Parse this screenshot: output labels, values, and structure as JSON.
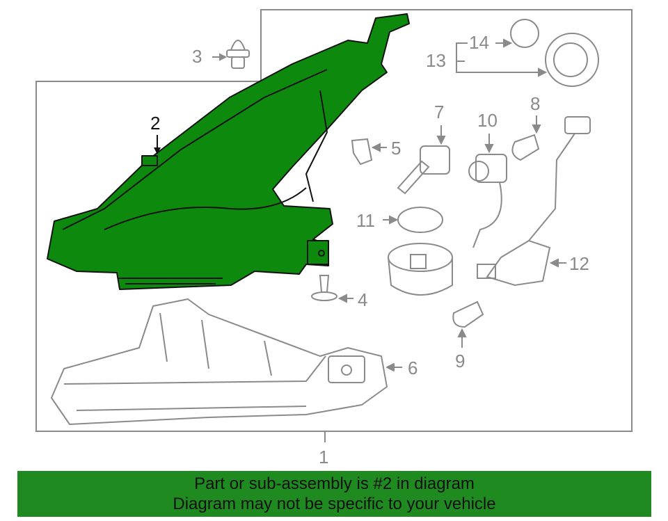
{
  "colors": {
    "highlight": "#0d8a0d",
    "banner": "#1f8a1f",
    "line": "#8a8a8a",
    "outline": "#111111"
  },
  "callouts": {
    "c1": "1",
    "c2": "2",
    "c3": "3",
    "c4": "4",
    "c5": "5",
    "c6": "6",
    "c7": "7",
    "c8": "8",
    "c9": "9",
    "c10": "10",
    "c11": "11",
    "c12": "12",
    "c13": "13",
    "c14": "14"
  },
  "banner": {
    "line1": "Part or sub-assembly is #2 in diagram",
    "line2": "Diagram may not be specific to your vehicle"
  }
}
